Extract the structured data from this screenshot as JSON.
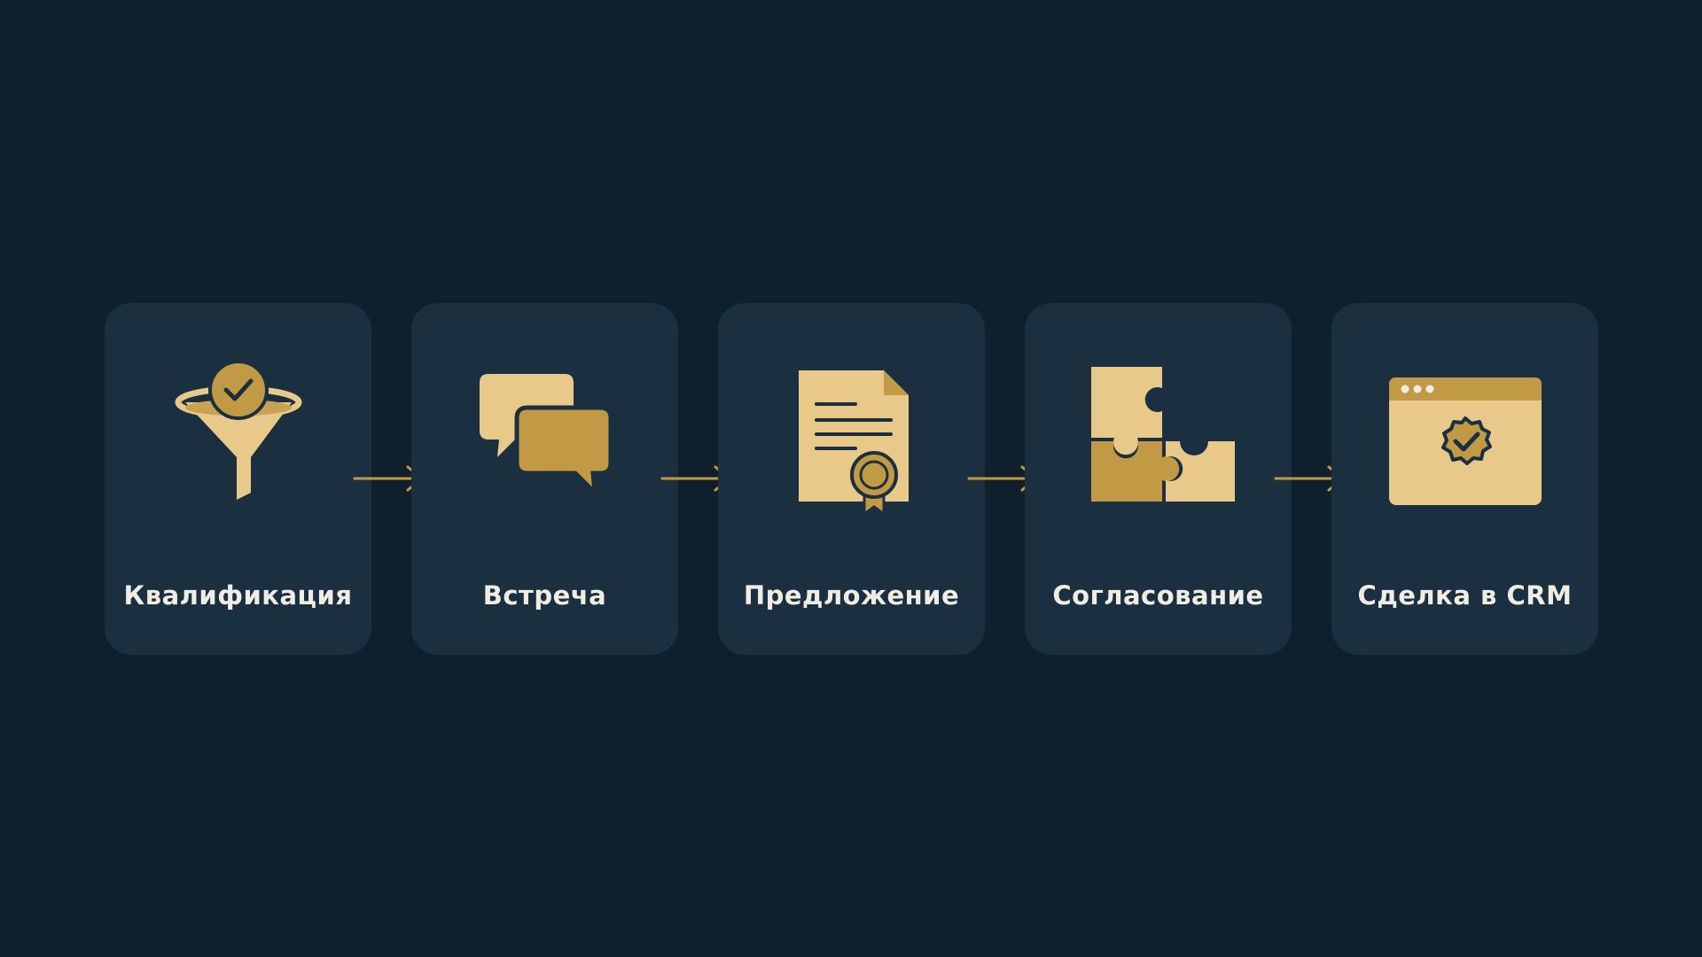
{
  "colors": {
    "background": "#0f1f2b",
    "card": "#1a2f40",
    "gold_light": "#e8c98a",
    "gold_dark": "#c29a45",
    "label": "#f1ede4"
  },
  "steps": [
    {
      "label": "Квалификация",
      "icon": "funnel-check-icon"
    },
    {
      "label": "Встреча",
      "icon": "chat-bubbles-icon"
    },
    {
      "label": "Предложение",
      "icon": "certificate-document-icon"
    },
    {
      "label": "Согласование",
      "icon": "puzzle-pieces-icon"
    },
    {
      "label": "Сделка в CRM",
      "icon": "browser-verified-icon"
    }
  ]
}
